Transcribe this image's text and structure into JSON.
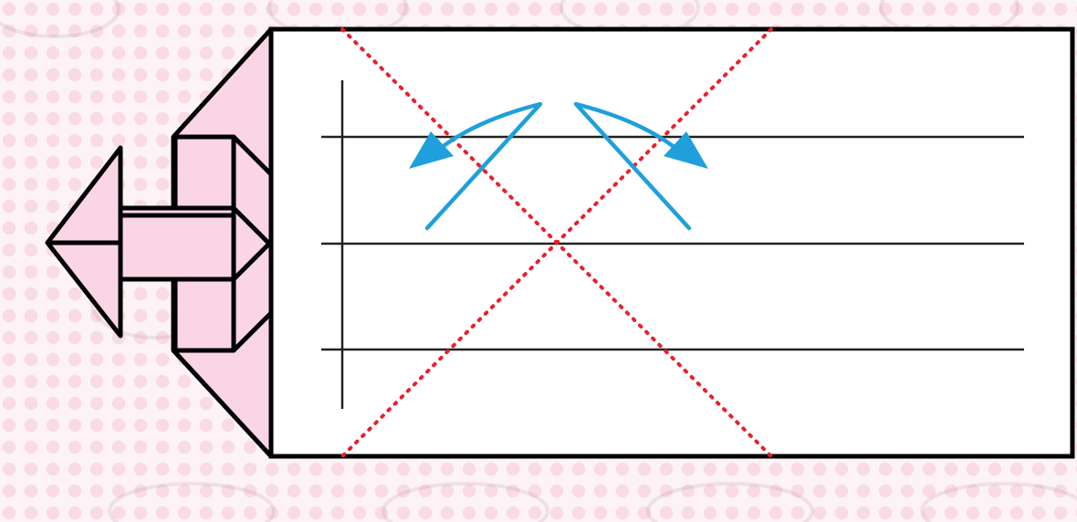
{
  "colors": {
    "background": "#fdf3f6",
    "background_dots": "#f8dbe4",
    "paper": "#ffffff",
    "folded_flap": "#f9d5e6",
    "outline": "#000000",
    "reference_lines": "#222222",
    "valley_fold_lines": "#e8202a",
    "fold_arrows": "#1fa0dc"
  },
  "decorations": {
    "background_motif": "pot-icon"
  },
  "diagram": {
    "paper_color_side": "white",
    "flap_color_side": "pink",
    "horizontal_reference_lines": 3,
    "vertical_reference_lines": 1,
    "fold_lines": {
      "style": "dotted",
      "count": 2,
      "crossing": "x-shape"
    },
    "fold_arrows": {
      "count": 2,
      "directions": [
        "left",
        "right"
      ]
    }
  }
}
